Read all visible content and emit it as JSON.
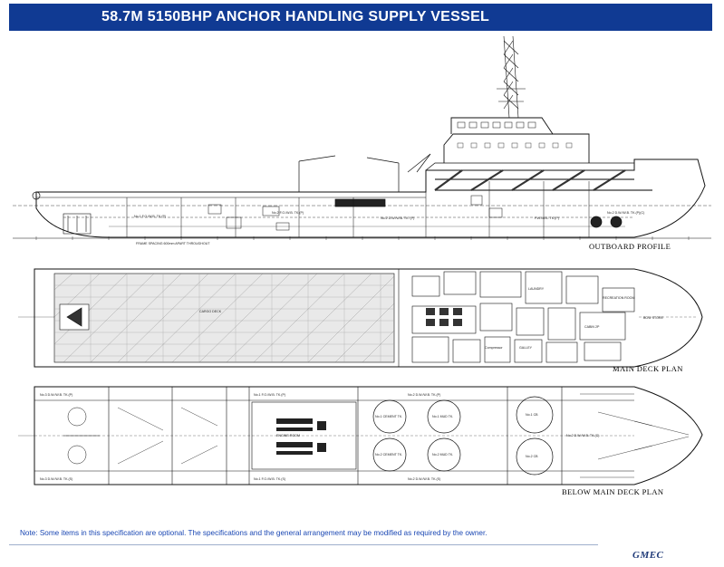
{
  "header": {
    "title": "58.7M  5150BHP  ANCHOR HANDLING SUPPLY VESSEL",
    "background_color": "#103a93",
    "text_color": "#ffffff"
  },
  "views": {
    "outboard_profile": "OUTBOARD  PROFILE",
    "main_deck_plan": "MAIN DECK PLAN",
    "below_main_deck_plan": "BELOW MAIN DECK PLAN"
  },
  "profile_labels": {
    "frame_spacing": "FRAME SPACING 600mm APART THROUGHOUT",
    "fo_tank_1": "No.1 F.O./W.B. TK.(P)",
    "fo_tank_2": "No.2 F.O./W.B. TK.(P)",
    "dw_tank_2": "No.2 D.W./W.B. TK. (P)",
    "fw_tank": "F.W./W.B. TK.(P)",
    "anchor_tank": "No.2 D.W./W.B. TK.(P)(C)"
  },
  "deck_labels": {
    "cargo_deck": "CARGO DECK",
    "bow_store": "BOW STORE",
    "galley": "GALLEY",
    "laundry": "LAUNDRY",
    "recreation": "RECREATION ROOM",
    "compressor": "Compressor",
    "cabin": "CABIN 2P",
    "tank_mud_1": "No.1 MUD TK.",
    "tank_mud_2": "No.2 MUD TK.",
    "tank_fo_p": "No.3 D.W./W.B. TK.(P)",
    "tank_fo_s": "No.3 D.W./W.B. TK.(S)",
    "tank_cement_1": "No.1 CEMENT TK.",
    "tank_cement_2": "No.2 CEMENT TK.",
    "tank_bulk": "No.2 D.W./W.B. TK.(C)",
    "bulk_1": "No.1 CB",
    "bulk_2": "No.2 CB",
    "engine_room": "ENGINE ROOM",
    "fo_tk_p": "No.1 F.O./W.B. TK.(P)",
    "fo_tk_s": "No.1 F.O./W.B. TK.(S)",
    "dw_tk_p": "No.2 D.W./W.B. TK.(P)",
    "dw_tk_s": "No.2 D.W./W.B. TK.(S)"
  },
  "footer": {
    "note": "Note: Some items in this specification  are optional. The specifications and the general arrangement may be modified as required by the owner.",
    "logo": "GMEC",
    "note_color": "#1a47b3"
  }
}
